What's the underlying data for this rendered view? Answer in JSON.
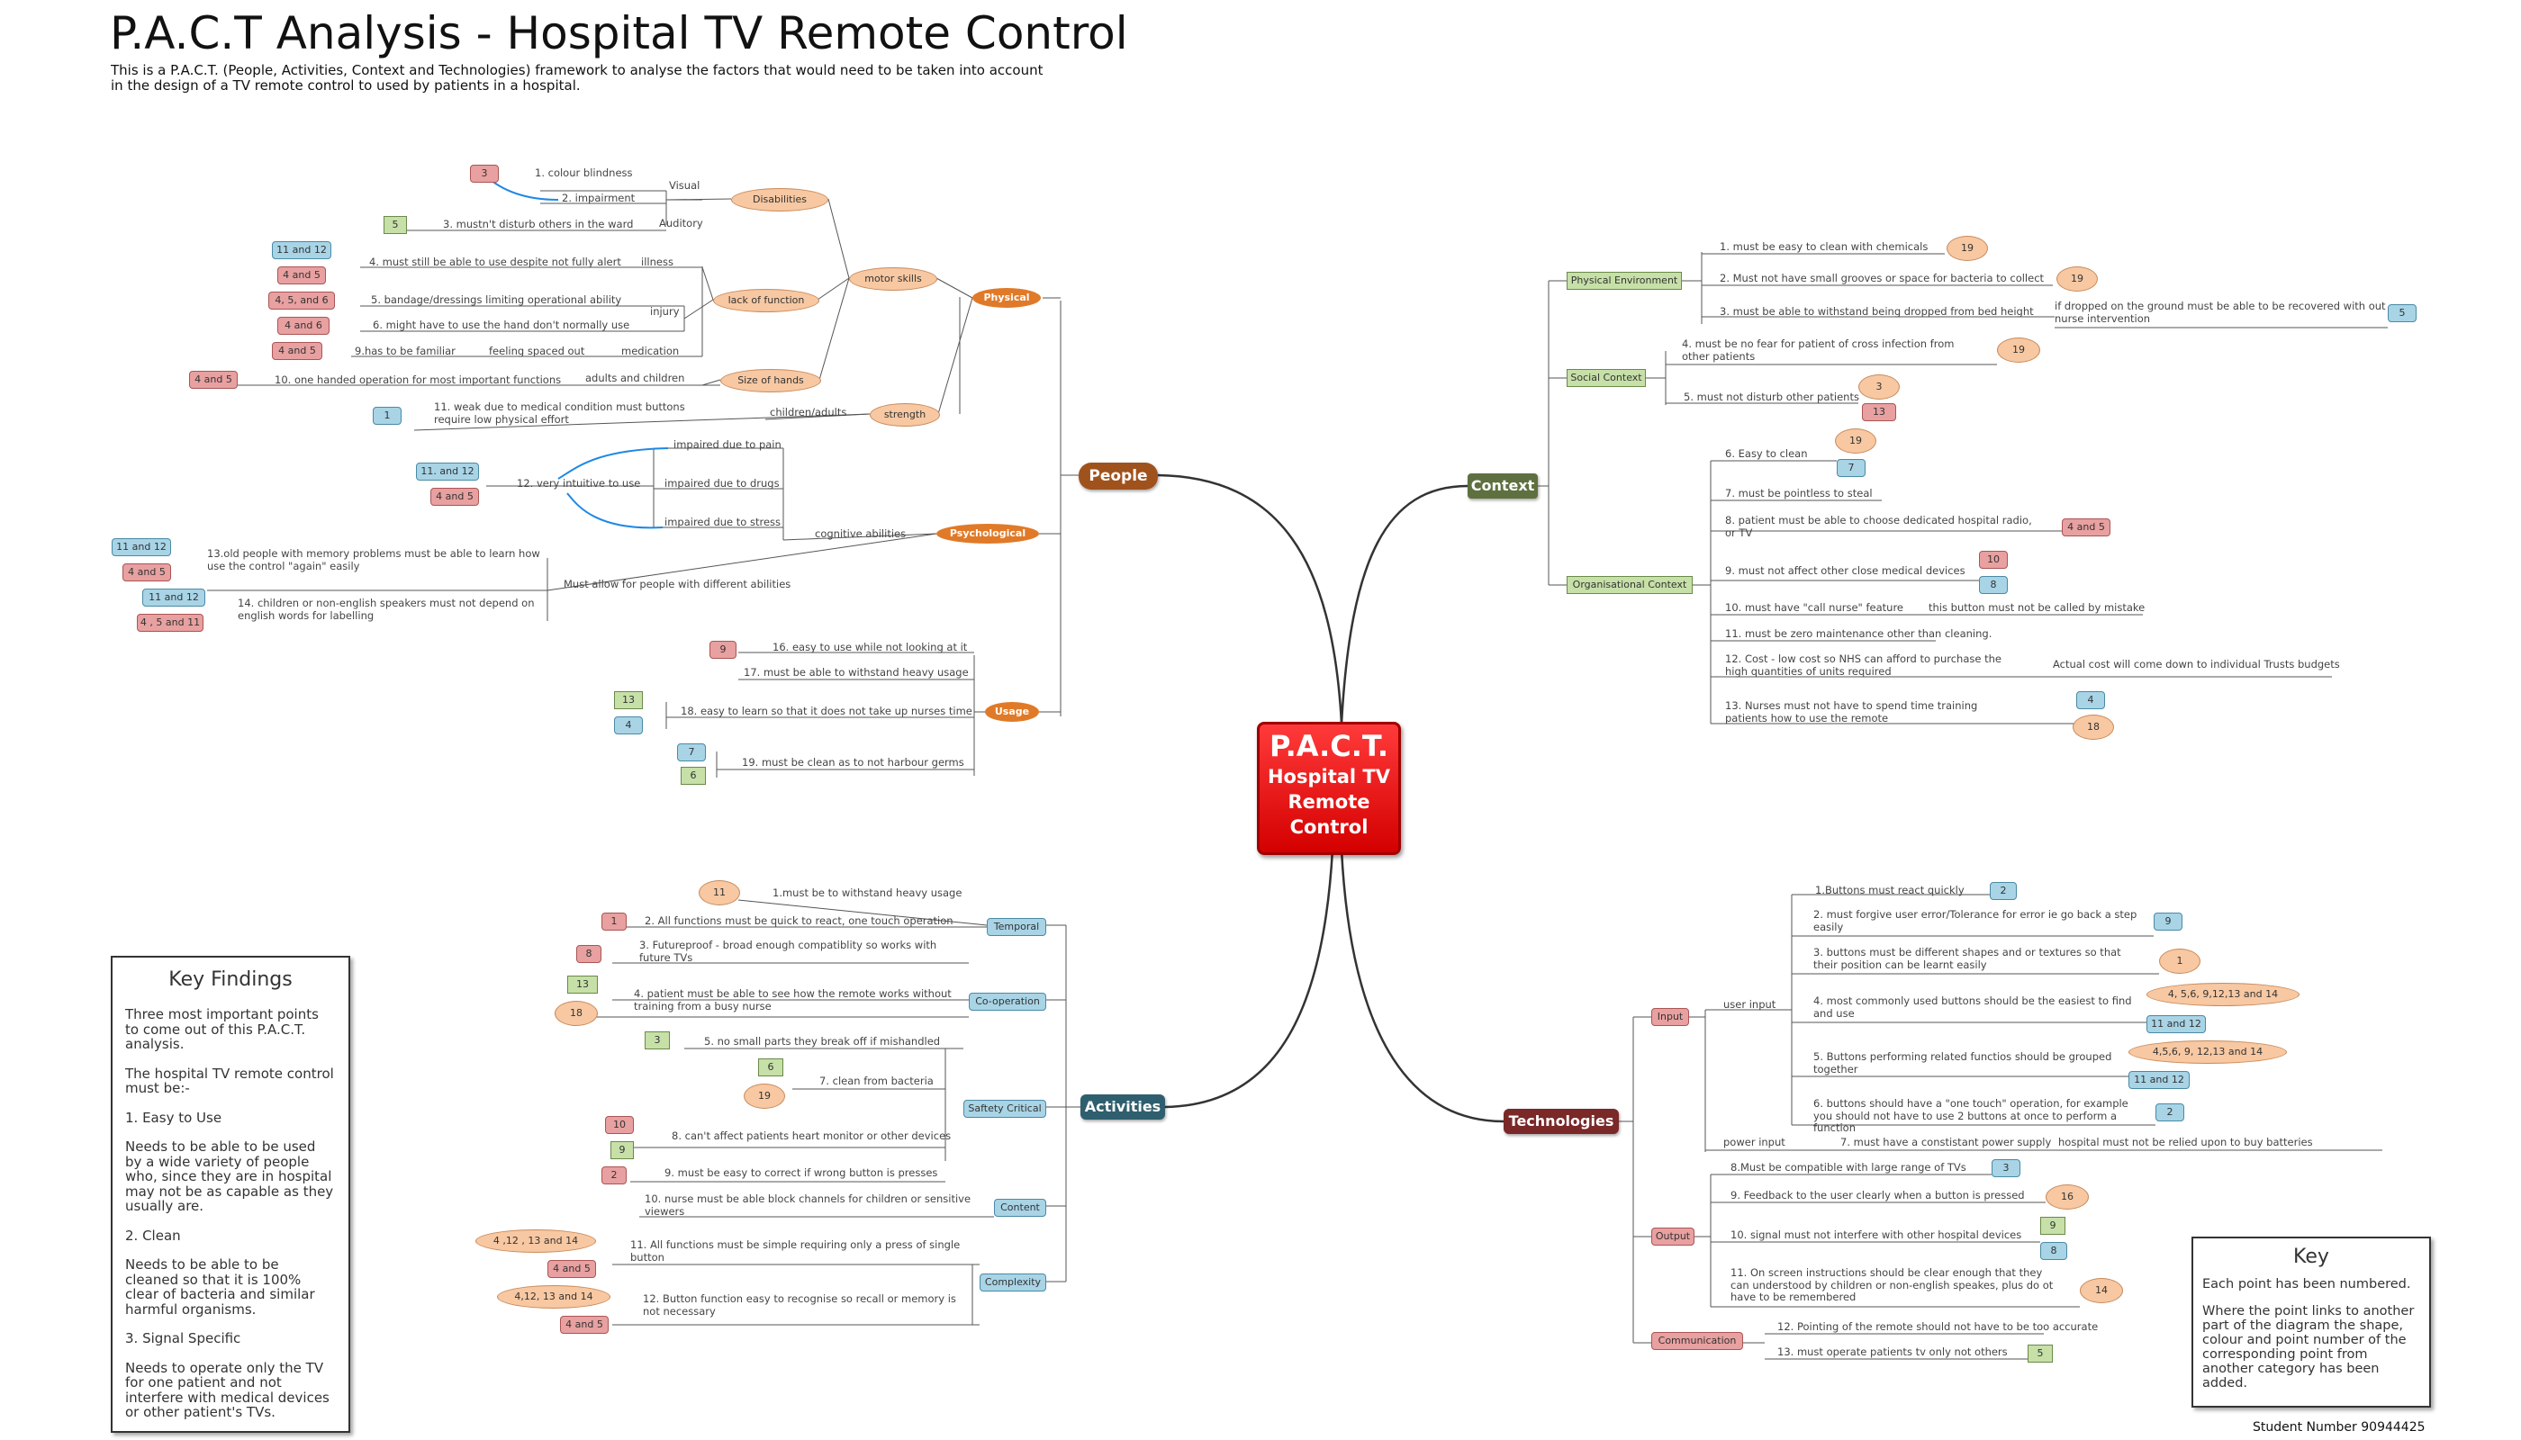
{
  "header": {
    "title": "P.A.C.T Analysis - Hospital TV Remote Control",
    "subtitle": "This is a P.A.C.T. (People, Activities, Context and Technologies) framework to analyse the factors that would need to be taken into account in the design of a TV remote control to used by patients in a hospital."
  },
  "center": {
    "line1": "P.A.C.T.",
    "line2": "Hospital TV",
    "line3": "Remote",
    "line4": "Control"
  },
  "hubs": {
    "people": "People",
    "context": "Context",
    "activities": "Activities",
    "technologies": "Technologies"
  },
  "people": {
    "physical": "Physical",
    "psychological": "Psychological",
    "usage": "Usage",
    "motor_skills": "motor skills",
    "strength": "strength",
    "disabilities": "Disabilities",
    "lack_of_function": "lack of function",
    "size_of_hands": "Size of hands",
    "visual": "Visual",
    "auditory": "Auditory",
    "illness": "illness",
    "injury": "injury",
    "medication": "medication",
    "adults_children": "adults and children",
    "children_adults": "children/adults",
    "p1": "1. colour blindness",
    "p2": "2. impairment",
    "p3": "3. mustn't disturb others in the ward",
    "p4": "4. must still be able to use despite not fully alert",
    "p5": "5. bandage/dressings limiting operational ability",
    "p6": "6. might have to use the hand don't normally use",
    "feeling": "feeling spaced out",
    "p9": "9.has to be familiar",
    "p10": "10. one handed operation for most important functions",
    "p11": "11. weak due to medical condition must buttons require low physical effort",
    "cognitive": "cognitive abilities",
    "impaired_pain": "impaired due to pain",
    "impaired_drugs": "impaired due to drugs",
    "impaired_stress": "impaired due to stress",
    "p12": "12. very intuitive to use",
    "different_abilities": "Must allow for people with different abilities",
    "p13": "13.old people with memory problems must be able to learn how use the control \"again\" easily",
    "p14": "14. children or non-english speakers must not depend on english words for labelling",
    "u16": "16. easy to use while not looking at it",
    "u17": "17. must be able to withstand heavy usage",
    "u18": "18. easy to learn so that it does not take up nurses time",
    "u19": "19. must be clean as to not harbour germs",
    "badges": {
      "b1": "3",
      "b2": "5",
      "b3": "11 and 12",
      "b4": "4 and 5",
      "b5": "4, 5, and 6",
      "b6": "4 and 6",
      "b7": "4 and 5",
      "b8": "4 and 5",
      "b9": "1",
      "b10": "11. and 12",
      "b11": "4 and 5",
      "b12": "11 and 12",
      "b13": "4 and 5",
      "b14": "11 and 12",
      "b15": "4 , 5 and 11",
      "b16": "9",
      "b17": "13",
      "b18": "4",
      "b19": "7",
      "b20": "6"
    }
  },
  "context": {
    "physical_env": "Physical Environment",
    "social": "Social Context",
    "organisational": "Organisational Context",
    "c1": "1. must be easy to clean with chemicals",
    "c2": "2. Must not have small grooves or space for bacteria to collect",
    "c3": "3. must be able to withstand being dropped from bed height",
    "c3b": "if dropped on the ground must be able to be recovered with out nurse intervention",
    "c4": "4. must be no fear for patient of cross infection from other patients",
    "c5": "5. must not disturb other patients",
    "o6": "6. Easy to clean",
    "o7": "7. must be pointless to steal",
    "o8": "8. patient must be able to choose dedicated hospital radio, or TV",
    "o9": "9. must not affect other close medical devices",
    "o10": "10. must have \"call nurse\" feature",
    "o10b": "this button must not be called by mistake",
    "o11": "11. must be zero maintenance other than cleaning.",
    "o12": "12. Cost - low cost so NHS can afford to purchase the high quantities of units required",
    "o12b": "Actual cost will come down to individual Trusts budgets",
    "o13": "13. Nurses must not have to spend time training patients how to use the remote",
    "badges": {
      "b1": "19",
      "b2": "19",
      "b3": "5",
      "b4": "19",
      "b5": "3",
      "b6": "13",
      "b7": "19",
      "b8": "7",
      "b9": "4 and 5",
      "b10": "10",
      "b11": "8",
      "b12": "4",
      "b13": "18"
    }
  },
  "activities": {
    "temporal": "Temporal",
    "cooperation": "Co-operation",
    "safety": "Saftety Critical",
    "content": "Content",
    "complexity": "Complexity",
    "a1": "1.must be to withstand heavy usage",
    "a2": "2. All functions must be quick to react, one touch operation",
    "a3": "3. Futureproof - broad enough compatiblity so works with future TVs",
    "a4": "4. patient must be able to see how the remote works without training from a busy nurse",
    "a5": "5. no small parts they break off if mishandled",
    "a7": "7. clean from bacteria",
    "a8": "8. can't affect patients heart monitor or other devices",
    "a9": "9. must be easy to correct if  wrong button is presses",
    "a10": "10. nurse must be able block channels for children or sensitive viewers",
    "a11": "11. All functions must be simple requiring only a press of single button",
    "a12": "12. Button function easy to recognise so recall or memory  is not necessary",
    "badges": {
      "b1": "11",
      "b2": "1",
      "b3": "8",
      "b4": "13",
      "b5": "18",
      "b6": "3",
      "b7": "6",
      "b8": "19",
      "b9": "10",
      "b10": "9",
      "b11": "2",
      "b12": "4 ,12 , 13 and 14",
      "b13": "4 and 5",
      "b14": "4,12, 13 and 14",
      "b15": "4 and 5"
    }
  },
  "technologies": {
    "input": "Input",
    "output": "Output",
    "communication": "Communication",
    "user_input": "user input",
    "power_input": "power input",
    "t1": "1.Buttons must react quickly",
    "t2": "2. must forgive user error/Tolerance for error  ie go back a step easily",
    "t3": "3. buttons must be different shapes and or textures so that their position can be learnt easily",
    "t4": "4. most commonly used buttons should be the easiest to find and use",
    "t5": "5. Buttons performing related functios should be grouped together",
    "t6": "6. buttons should have a \"one touch\" operation, for example you should not have to use 2 buttons at once to perform a function",
    "t7": "7. must have a constistant power supply",
    "t7b": "hospital must not be relied upon to buy batteries",
    "t8": "8.Must be compatible with large range of TVs",
    "t9": "9. Feedback to the user clearly when a button is pressed",
    "t10": "10. signal must not interfere with other hospital devices",
    "t11": "11. On screen instructions should be clear enough that they can understood by children or non-english speakes, plus do ot have to be remembered",
    "t12": "12. Pointing of the remote should not have to be too accurate",
    "t13": "13. must operate patients tv only not others",
    "badges": {
      "b1": "2",
      "b2": "9",
      "b3": "1",
      "b4": "4, 5,6, 9,12,13 and 14",
      "b5": "11 and 12",
      "b6": "4,5,6, 9, 12,13 and 14",
      "b7": "11 and 12",
      "b8": "2",
      "b9": "3",
      "b10": "16",
      "b11": "9",
      "b12": "8",
      "b13": "14",
      "b14": "5"
    }
  },
  "key_findings": {
    "title": "Key Findings",
    "p1": "Three most important points to come out of this P.A.C.T. analysis.",
    "p2": "The hospital TV remote control must be:-",
    "p3": "1. Easy to Use",
    "p4": "Needs to be able to be used by a wide variety of people who, since they are in hospital may not be as capable as they usually are.",
    "p5": "2. Clean",
    "p6": "Needs to be able to be cleaned so that it is 100% clear of bacteria and similar harmful organisms.",
    "p7": "3. Signal Specific",
    "p8": "Needs to operate only the TV for one patient and not interfere with medical devices or other patient's TVs."
  },
  "key_box": {
    "title": "Key",
    "p1": "Each point has been numbered.",
    "p2": "Where the point links to another part of the diagram the shape, colour and point number of the corresponding point from another category has been added."
  },
  "footer": {
    "student": "Student Number 90944425"
  },
  "colors": {
    "orange_fill": "#f7c8a2",
    "orange_dark": "#e07a28",
    "red_fill": "#e8a0a0",
    "blue_fill": "#a8d4e6",
    "green_fill": "#c6e0a8",
    "hub_people": "#a0521c",
    "hub_context": "#5f7040",
    "hub_activities": "#2f5f6e",
    "hub_technologies": "#7a2828",
    "center": "#e81010"
  }
}
